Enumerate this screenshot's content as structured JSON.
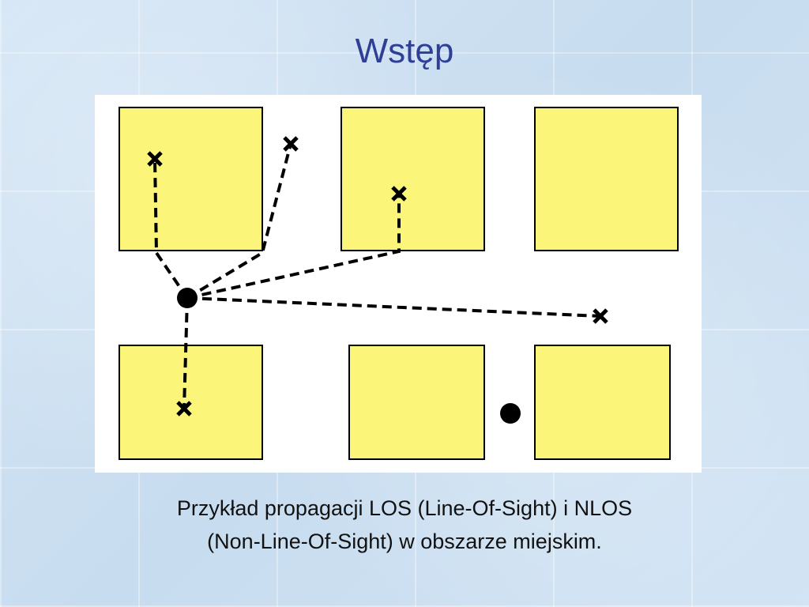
{
  "slide": {
    "title": "Wstęp",
    "caption_lines": [
      "Przykład propagacji LOS  (Line-Of-Sight) i NLOS",
      "(Non-Line-Of-Sight) w obszarze miejskim."
    ]
  },
  "diagram": {
    "building_color": "#fbf67a",
    "building_count": 6,
    "transmitter_count": 2,
    "receiver_count": 5,
    "path_count": 5,
    "path_style": "dashed"
  }
}
